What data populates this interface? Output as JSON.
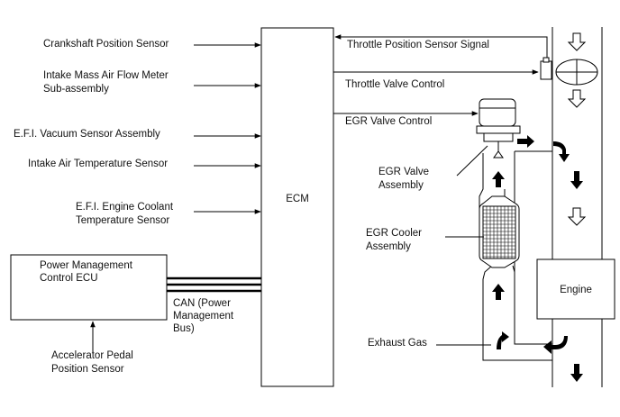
{
  "sensors": {
    "crankshaft": "Crankshaft Position Sensor",
    "maf_line1": "Intake Mass Air Flow Meter",
    "maf_line2": "Sub-assembly",
    "vacuum": "E.F.I. Vacuum Sensor Assembly",
    "intake_temp": "Intake Air Temperature Sensor",
    "coolant_line1": "E.F.I. Engine Coolant",
    "coolant_line2": "Temperature Sensor"
  },
  "ecm_label": "ECM",
  "power_ecu": {
    "line1": "Power Management",
    "line2": "Control ECU"
  },
  "accelerator": {
    "line1": "Accelerator Pedal",
    "line2": "Position Sensor"
  },
  "can_bus": {
    "line1": "CAN (Power",
    "line2": "Management",
    "line3": "Bus)"
  },
  "signals": {
    "throttle_sensor": "Throttle Position Sensor Signal",
    "throttle_control": "Throttle Valve Control",
    "egr_control": "EGR Valve Control"
  },
  "components": {
    "egr_valve_line1": "EGR Valve",
    "egr_valve_line2": "Assembly",
    "egr_cooler_line1": "EGR Cooler",
    "egr_cooler_line2": "Assembly",
    "exhaust_gas": "Exhaust Gas",
    "engine": "Engine"
  }
}
